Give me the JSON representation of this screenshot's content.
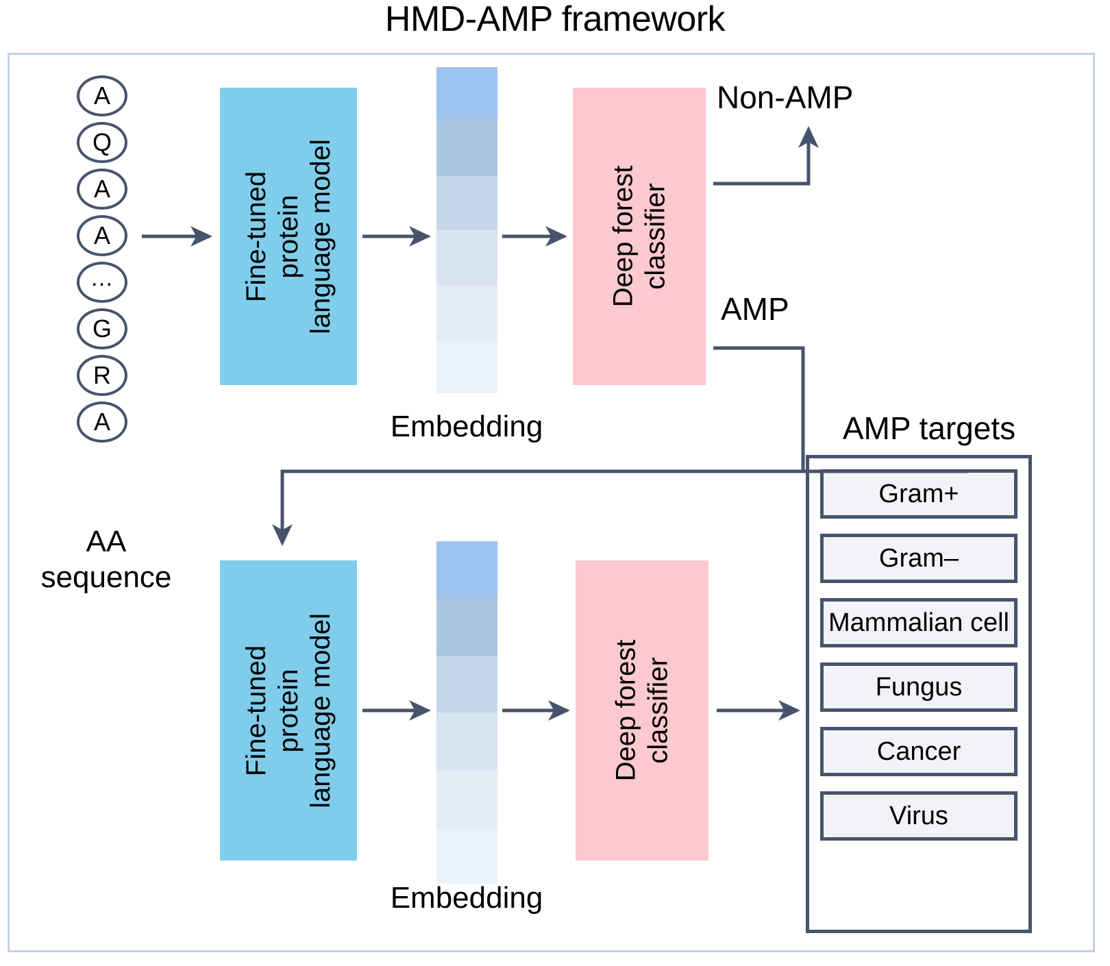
{
  "title": "HMD-AMP framework",
  "input": {
    "residues": [
      "A",
      "Q",
      "A",
      "A",
      "…",
      "G",
      "R",
      "A"
    ],
    "label": "AA\nsequence"
  },
  "stage_one": {
    "model_label": "Fine-tuned\nprotein\nlanguage model",
    "embedding_caption": "Embedding",
    "classifier_label": "Deep forest\nclassifier",
    "branch_negative": "Non-AMP",
    "branch_positive": "AMP"
  },
  "stage_two": {
    "model_label": "Fine-tuned\nprotein\nlanguage model",
    "embedding_caption": "Embedding",
    "classifier_label": "Deep forest\nclassifier"
  },
  "targets": {
    "title": "AMP targets",
    "items": [
      "Gram+",
      "Gram–",
      "Mammalian cell",
      "Fungus",
      "Cancer",
      "Virus"
    ]
  },
  "colors": {
    "frame_border": "#c3d0ea",
    "plm_box": "#7fcdeb",
    "classifier_box": "#fcc9cf",
    "connector": "#46546b",
    "target_border": "#46546b",
    "target_fill": "#f1f3f6",
    "embedding_segments": [
      "#9dc3ef",
      "#a9c4e0",
      "#c7d7ea",
      "#d9e4f2",
      "#e4ecf6",
      "#ecf2fa"
    ]
  }
}
